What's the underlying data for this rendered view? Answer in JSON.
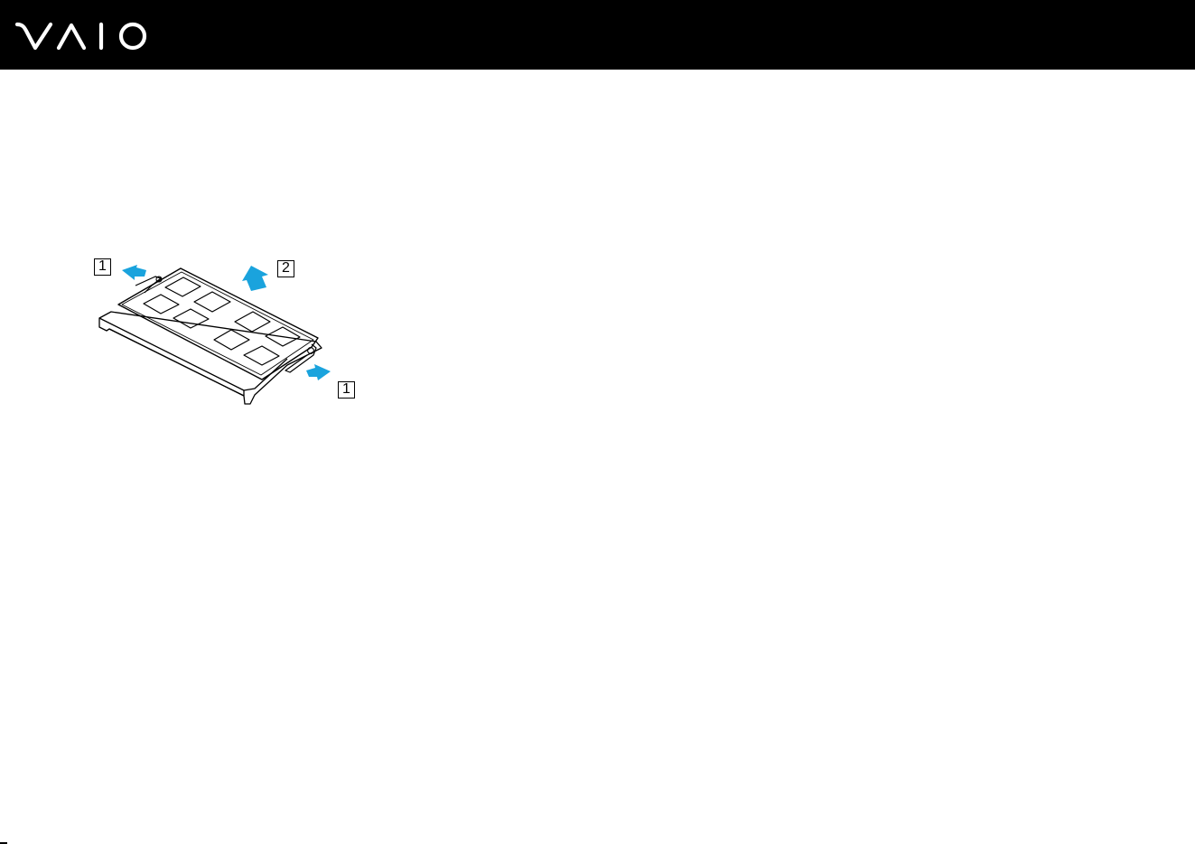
{
  "header": {
    "logo_text": "VAIO",
    "background_color": "#000000",
    "logo_color": "#ffffff"
  },
  "figure": {
    "subject": "memory-module",
    "arrow_color": "#1aa3dd",
    "callouts": [
      {
        "label": "1"
      },
      {
        "label": "2"
      },
      {
        "label": "1"
      }
    ]
  }
}
